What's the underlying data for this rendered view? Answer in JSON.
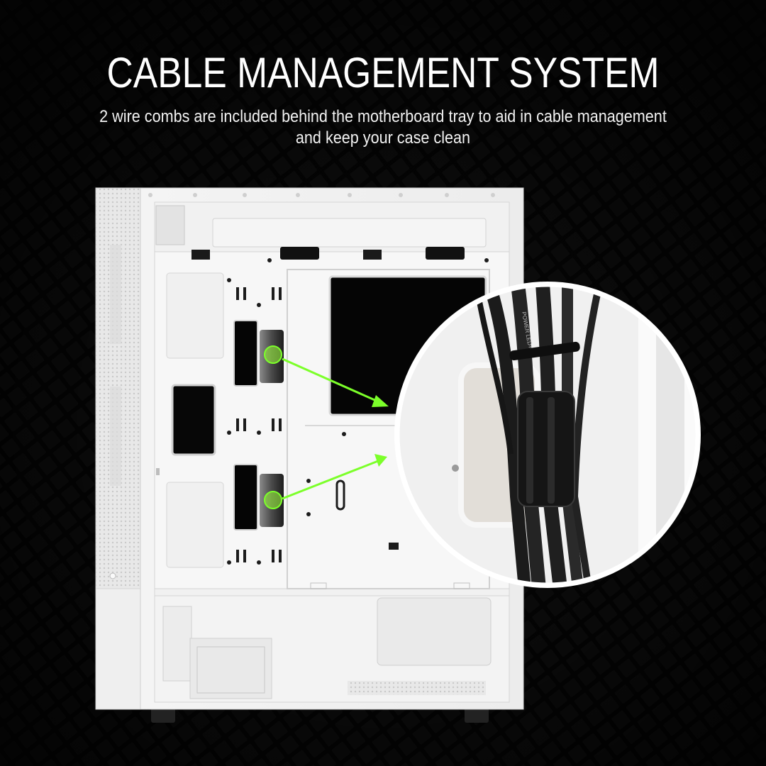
{
  "headline": {
    "title": "CABLE MANAGEMENT SYSTEM",
    "description": "2 wire combs are included behind the motherboard tray to aid in cable management and keep your case clean"
  },
  "product": {
    "name": "white-pc-case-rear-view",
    "callout_count": 2,
    "callout_icon": "green-highlight-circle",
    "arrow_icon": "green-arrow",
    "magnifier_icon": "zoom-circle",
    "cable_label_text": "POWER LED+"
  },
  "colors": {
    "background": "#050505",
    "accent_green": "#7cff2a",
    "case_white": "#eeeeee"
  }
}
